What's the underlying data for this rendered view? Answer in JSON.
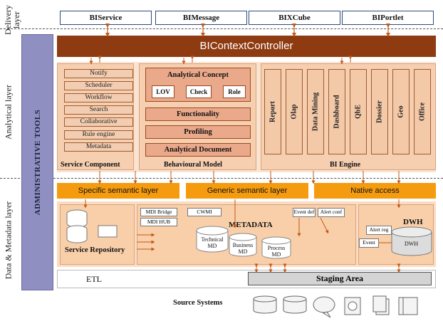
{
  "layers": {
    "delivery": "Delivery layer",
    "analytical": "Analytical layer",
    "data_metadata": "Data & Metadata layer"
  },
  "delivery_services": [
    "BIService",
    "BIMessage",
    "BIXCube",
    "BIPortlet"
  ],
  "controller": "BIContextController",
  "admin_tools": "ADMINISTRATIVE TOOLS",
  "service_component": {
    "label": "Service Component",
    "items": [
      "Notify",
      "Scheduler",
      "Workflow",
      "Search",
      "Collaborative",
      "Rule engine",
      "Metadata"
    ]
  },
  "behavioural_model": {
    "label": "Behavioural Model",
    "analytical_concept": "Analytical Concept",
    "concept_items": [
      "LOV",
      "Check",
      "Role"
    ],
    "items": [
      "Functionality",
      "Profiling",
      "Analytical Document"
    ]
  },
  "bi_engine": {
    "label": "BI Engine",
    "items": [
      "Report",
      "Olap",
      "Data Mining",
      "Dashboard",
      "QbE",
      "Dossier",
      "Geo",
      "Office"
    ]
  },
  "semantic_layers": [
    "Specific semantic layer",
    "Generic semantic layer",
    "Native access"
  ],
  "service_repository": "Service Repository",
  "metadata": {
    "title": "METADATA",
    "bridges": [
      "MDI Bridge",
      "MDI HUB"
    ],
    "cwm": "CWMI",
    "event_defs": [
      "Event def",
      "Alert conf"
    ],
    "stores": [
      "Technical MD",
      "Business MD",
      "Process MD"
    ]
  },
  "dwh": {
    "title": "DWH",
    "store": "DWH",
    "alert": "Alert reg",
    "event": "Event"
  },
  "etl": "ETL",
  "staging": "Staging Area",
  "source_systems": "Source Systems",
  "colors": {
    "controller": "#8e3b12",
    "semantic": "#f59b0f",
    "admin": "#8f8fc2",
    "panel": "#f6cfb0"
  }
}
